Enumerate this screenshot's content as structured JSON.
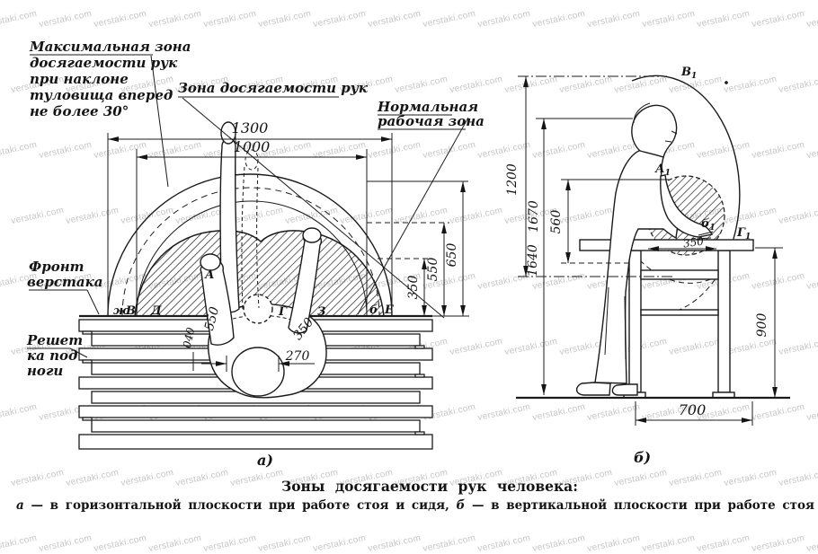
{
  "watermark": {
    "text": "verstaki.com"
  },
  "caption": {
    "fig_a": "а)",
    "fig_b": "б)",
    "title": "Зоны досягаемости рук человека:",
    "part_a_label": "а",
    "part_a_text": " — в горизонтальной плоскости при работе стоя и сидя, ",
    "part_b_label": "б",
    "part_b_text": " — в вертикальной плоскости при работе стоя"
  },
  "diagram_a": {
    "labels": {
      "max_zone_line1": "Максимальная зона",
      "max_zone_line2": "досягаемости рук",
      "max_zone_line3": "при наклоне",
      "max_zone_line4": "туловища вперед",
      "max_zone_line5": "не более 30°",
      "reach_zone": "Зона досягаемости рук",
      "normal_zone_line1": "Нормальная",
      "normal_zone_line2": "рабочая зона",
      "front_line1": "Фронт",
      "front_line2": "верстака",
      "grate_line1": "Решет",
      "grate_line2": "ка под",
      "grate_line3": "ноги"
    },
    "dims": {
      "width_max": "1300",
      "width_reach": "1000",
      "depth_max": "650",
      "depth_reach": "550",
      "depth_normal": "350",
      "body_width": "270",
      "arm_full": "550",
      "arm_fore": "350",
      "elbow_offset": "040"
    },
    "points": {
      "zh": "ж",
      "v": "В",
      "d": "Д",
      "a": "А",
      "g": "Г",
      "z": "З",
      "b": "б",
      "e": "Е"
    }
  },
  "diagram_b": {
    "dims": {
      "reach_above": "1200",
      "reach_height": "1670",
      "reach_height2": "1640",
      "shoulder_drop": "560",
      "bench_height": "900",
      "bench_depth": "700",
      "zone_depth": "350"
    },
    "points": {
      "v1_main": "В",
      "v1_sub": "1",
      "a1_main": "А",
      "a1_sub": "1",
      "b1_main": "б",
      "b1_sub": "1",
      "g1_main": "Г",
      "g1_sub": "1"
    }
  }
}
